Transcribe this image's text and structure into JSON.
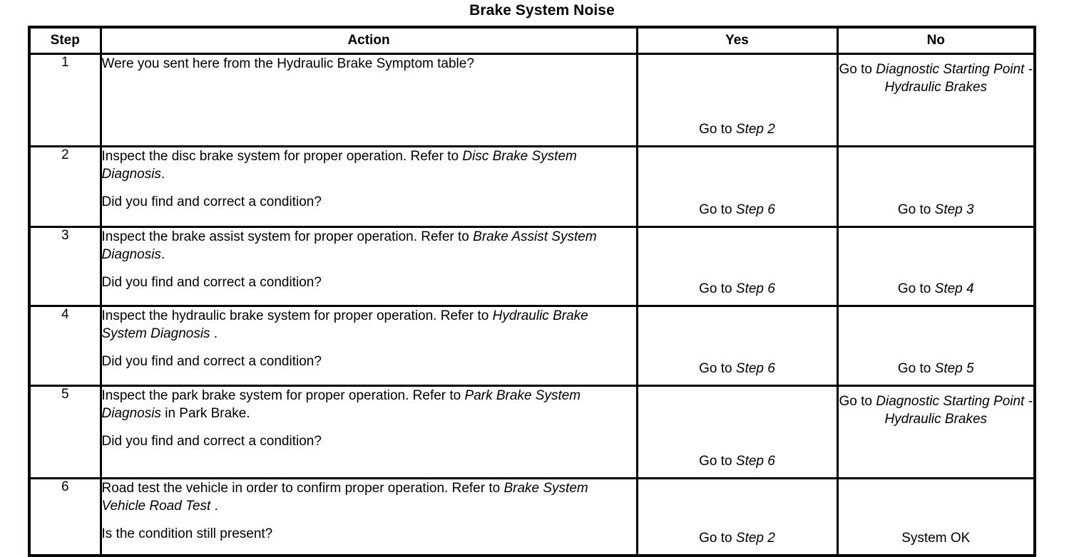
{
  "document": {
    "title": "Brake System Noise"
  },
  "table": {
    "headers": {
      "step": "Step",
      "action": "Action",
      "yes": "Yes",
      "no": "No"
    },
    "rows": [
      {
        "step": "1",
        "action": [
          [
            {
              "text": "Were you sent here from the Hydraulic Brake Symptom table?",
              "italic": false
            }
          ]
        ],
        "yes": [
          {
            "text": "Go to ",
            "italic": false
          },
          {
            "text": "Step 2",
            "italic": true
          }
        ],
        "yes_align": "bottom",
        "no": [
          {
            "text": "Go to ",
            "italic": false
          },
          {
            "text": "Diagnostic Starting Point - Hydraulic Brakes",
            "italic": true
          }
        ],
        "no_align": "top"
      },
      {
        "step": "2",
        "action": [
          [
            {
              "text": "Inspect the disc brake system for proper operation. Refer to ",
              "italic": false
            },
            {
              "text": "Disc Brake System Diagnosis",
              "italic": true
            },
            {
              "text": ".",
              "italic": false
            }
          ],
          [
            {
              "text": "Did you find and correct a condition?",
              "italic": false
            }
          ]
        ],
        "yes": [
          {
            "text": "Go to ",
            "italic": false
          },
          {
            "text": "Step 6",
            "italic": true
          }
        ],
        "yes_align": "bottom",
        "no": [
          {
            "text": "Go to ",
            "italic": false
          },
          {
            "text": "Step 3",
            "italic": true
          }
        ],
        "no_align": "bottom"
      },
      {
        "step": "3",
        "action": [
          [
            {
              "text": "Inspect the brake assist system for proper operation. Refer to ",
              "italic": false
            },
            {
              "text": "Brake Assist System Diagnosis",
              "italic": true
            },
            {
              "text": ".",
              "italic": false
            }
          ],
          [
            {
              "text": "Did you find and correct a condition?",
              "italic": false
            }
          ]
        ],
        "yes": [
          {
            "text": "Go to ",
            "italic": false
          },
          {
            "text": "Step 6",
            "italic": true
          }
        ],
        "yes_align": "bottom",
        "no": [
          {
            "text": "Go to ",
            "italic": false
          },
          {
            "text": "Step 4",
            "italic": true
          }
        ],
        "no_align": "bottom"
      },
      {
        "step": "4",
        "action": [
          [
            {
              "text": "Inspect the hydraulic brake system for proper operation. Refer to ",
              "italic": false
            },
            {
              "text": "Hydraulic Brake System Diagnosis",
              "italic": true
            },
            {
              "text": " .",
              "italic": false
            }
          ],
          [
            {
              "text": "Did you find and correct a condition?",
              "italic": false
            }
          ]
        ],
        "yes": [
          {
            "text": "Go to ",
            "italic": false
          },
          {
            "text": "Step 6",
            "italic": true
          }
        ],
        "yes_align": "bottom",
        "no": [
          {
            "text": "Go to ",
            "italic": false
          },
          {
            "text": "Step 5",
            "italic": true
          }
        ],
        "no_align": "bottom"
      },
      {
        "step": "5",
        "action": [
          [
            {
              "text": "Inspect the park brake system for proper operation. Refer to ",
              "italic": false
            },
            {
              "text": "Park Brake System Diagnosis",
              "italic": true
            },
            {
              "text": " in Park Brake.",
              "italic": false
            }
          ],
          [
            {
              "text": "Did you find and correct a condition?",
              "italic": false
            }
          ]
        ],
        "yes": [
          {
            "text": "Go to ",
            "italic": false
          },
          {
            "text": "Step 6",
            "italic": true
          }
        ],
        "yes_align": "bottom",
        "no": [
          {
            "text": "Go to ",
            "italic": false
          },
          {
            "text": "Diagnostic Starting Point - Hydraulic Brakes",
            "italic": true
          }
        ],
        "no_align": "top"
      },
      {
        "step": "6",
        "action": [
          [
            {
              "text": "Road test the vehicle in order to confirm proper operation. Refer to ",
              "italic": false
            },
            {
              "text": "Brake System Vehicle Road Test",
              "italic": true
            },
            {
              "text": " .",
              "italic": false
            }
          ],
          [
            {
              "text": "Is the condition still present?",
              "italic": false
            }
          ]
        ],
        "yes": [
          {
            "text": "Go to ",
            "italic": false
          },
          {
            "text": "Step 2",
            "italic": true
          }
        ],
        "yes_align": "bottom",
        "no": [
          {
            "text": "System OK",
            "italic": false
          }
        ],
        "no_align": "bottom"
      }
    ]
  },
  "colors": {
    "background": "#ffffff",
    "text": "#000000",
    "border": "#000000"
  }
}
